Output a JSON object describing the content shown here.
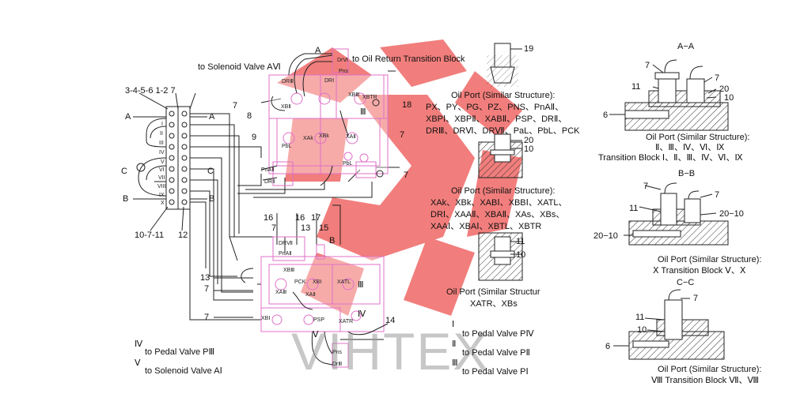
{
  "watermark": {
    "text": "VIHTEX",
    "logo_color": "#e8302e",
    "text_color": "#9a9a9a"
  },
  "colors": {
    "pink": "#e070c8",
    "line": "#222222",
    "wm_red": "#e8302e"
  },
  "valve_block": {
    "top_numbers": "3-4-5-6  1-2  7",
    "bottom_numbers": "10-7-11",
    "num_12": "12",
    "section_A_left": "A",
    "section_A_right": "A",
    "section_B_left": "B",
    "section_B_right": "B",
    "section_C_left": "C",
    "section_C_right": "C",
    "roman": [
      "I",
      "II",
      "III",
      "IV",
      "V",
      "VI",
      "VII",
      "VIII",
      "IX",
      "X"
    ]
  },
  "upper_block": {
    "label_solenoid": "to Solenoid Valve AⅥ",
    "label_return": "to Oil Return Transition Block",
    "ports": [
      "DrⅥ",
      "Pns",
      "DRⅠ",
      "DRⅢ",
      "XBⅡ",
      "XBⅢ",
      "XAⅡ",
      "XBTR",
      "PnAⅡ",
      "DRⅡ",
      "PbL",
      "XAk",
      "XBk",
      "PbL"
    ],
    "section_A": "A",
    "section_III": "Ⅲ",
    "nums": [
      "7",
      "8",
      "9",
      "18",
      "7",
      "16",
      "16",
      "17",
      "7"
    ]
  },
  "lower_block": {
    "ports": [
      "DRⅦ",
      "PnAⅡ",
      "XBⅢ",
      "XAⅢ",
      "PCK",
      "XAⅡ",
      "XBⅠ",
      "XATL",
      "XBⅠ",
      "PSP",
      "XATR",
      "Pns",
      "DrⅢ"
    ],
    "section_B": "B",
    "section_III": "Ⅲ",
    "section_IV": "Ⅳ",
    "section_V": "Ⅴ",
    "nums": [
      "7",
      "13",
      "15",
      "13",
      "7",
      "7",
      "14"
    ]
  },
  "oil_ports": {
    "n19": "19",
    "title1": "Oil Port (Similar Structure):",
    "list1": [
      "PX、PY、PG、PZ、PNS、PnAⅡ、",
      "XBPⅠ、XBPⅡ、XABⅡ、PSP、DRⅡ、",
      "DRⅢ、DRⅥ、DRⅦ、PaL、PbL、PCK"
    ],
    "n20": "20",
    "n10a": "10",
    "title2": "Oil Port (Similar Structure):",
    "list2": [
      "XAk、XBk、XABⅠ、XBBⅠ、XATL、",
      "DRⅠ、XAAⅡ、XBAⅡ、XAs、XBs、",
      "XAAⅠ、XBAⅠ、XBTL、XBTR"
    ],
    "n11": "11",
    "n10b": "10",
    "title3": "Oil Port (Similar Structur",
    "list3": "XATR、XBs"
  },
  "legend_left": {
    "iv_mark": "Ⅳ",
    "iv_text": "to Pedal Valve PⅢ",
    "v_mark": "Ⅴ",
    "v_text": "to Solenoid Valve AⅠ"
  },
  "legend_mid": [
    {
      "mark": "Ⅰ",
      "text": "to Pedal Valve PⅣ"
    },
    {
      "mark": "Ⅱ",
      "text": "to Pedal Valve PⅡ"
    },
    {
      "mark": "Ⅲ",
      "text": "to Pedal Valve PⅠ"
    }
  ],
  "sections": {
    "aa": {
      "title": "A−A",
      "n7a": "7",
      "n7b": "7",
      "n11": "11",
      "n20": "20",
      "n10": "10",
      "n6": "6",
      "caption1": "Oil Port (Similar Structure):",
      "caption2": "Ⅱ、Ⅲ、Ⅳ、Ⅵ、Ⅸ",
      "caption3": "Transition Block Ⅰ、Ⅱ、Ⅲ、Ⅳ、Ⅵ、Ⅸ"
    },
    "bb": {
      "title": "B−B",
      "n7a": "7",
      "n7b": "7",
      "n11": "11",
      "n20_10a": "20−10",
      "n20_10b": "20−10",
      "caption1": "Oil Port (Similar Structure):",
      "caption2": "Ⅹ Transition Block Ⅴ、Ⅹ"
    },
    "cc": {
      "title": "C−C",
      "n7": "7",
      "n11": "11",
      "n10": "10",
      "n6": "6",
      "caption1": "Oil Port (Similar Structure):",
      "caption2": "Ⅷ Transition Block Ⅶ、Ⅷ"
    }
  }
}
